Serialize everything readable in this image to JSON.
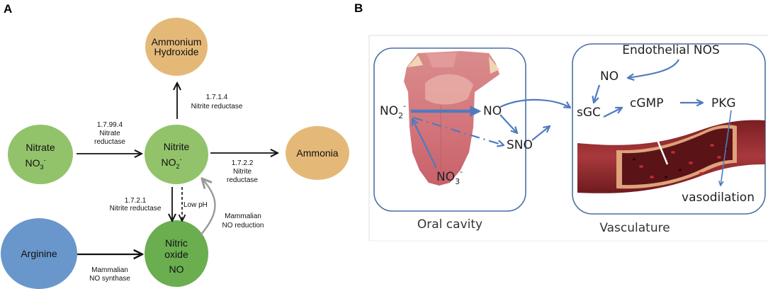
{
  "panel_a": {
    "label": "A",
    "nodes": {
      "ammonium_hydroxide": {
        "line1": "Ammonium",
        "line2": "Hydroxide",
        "color": "#E4B978"
      },
      "nitrate": {
        "line1": "Nitrate",
        "formula": "NO",
        "sub": "3",
        "sup": "-",
        "color": "#92C36B"
      },
      "nitrite": {
        "line1": "Nitrite",
        "formula": "NO",
        "sub": "2",
        "sup": "-",
        "color": "#92C36B"
      },
      "ammonia": {
        "line1": "Ammonia",
        "color": "#E4B978"
      },
      "arginine": {
        "line1": "Arginine",
        "color": "#6A97CB"
      },
      "nitric_oxide": {
        "line1": "Nitric",
        "line2": "oxide",
        "line3": "NO",
        "color": "#6AAE50"
      }
    },
    "edges": {
      "nitrite_to_ammonium": {
        "ec": "1.7.1.4",
        "name": "Nitrite reductase"
      },
      "nitrate_to_nitrite": {
        "ec": "1.7.99.4",
        "name1": "Nitrate",
        "name2": "reductase"
      },
      "nitrite_to_ammonia": {
        "ec": "1.7.2.2",
        "name1": "Nitrite",
        "name2": "reductase"
      },
      "nitrite_to_no": {
        "ec": "1.7.2.1",
        "name": "Nitrite reductase"
      },
      "low_ph": {
        "label": "Low pH"
      },
      "no_reduction": {
        "line1": "Mammalian",
        "line2": "NO reduction"
      },
      "arginine_to_no": {
        "line1": "Mammalian",
        "line2": "NO synthase"
      }
    }
  },
  "panel_b": {
    "label": "B",
    "oral_box": {
      "caption": "Oral cavity",
      "no2": {
        "formula": "NO",
        "sub": "2",
        "sup": "-"
      },
      "no3": {
        "formula": "NO",
        "sub": "3",
        "sup": "-"
      },
      "no": "NO",
      "sno": "SNO"
    },
    "vascular_box": {
      "caption": "Vasculature",
      "enos": "Endothelial NOS",
      "no": "NO",
      "sgc": "sGC",
      "cgmp": "cGMP",
      "pkg": "PKG",
      "vasodilation": "vasodilation"
    },
    "arrow_color": "#4F7BBE",
    "box_color": "#4A6FA5"
  }
}
